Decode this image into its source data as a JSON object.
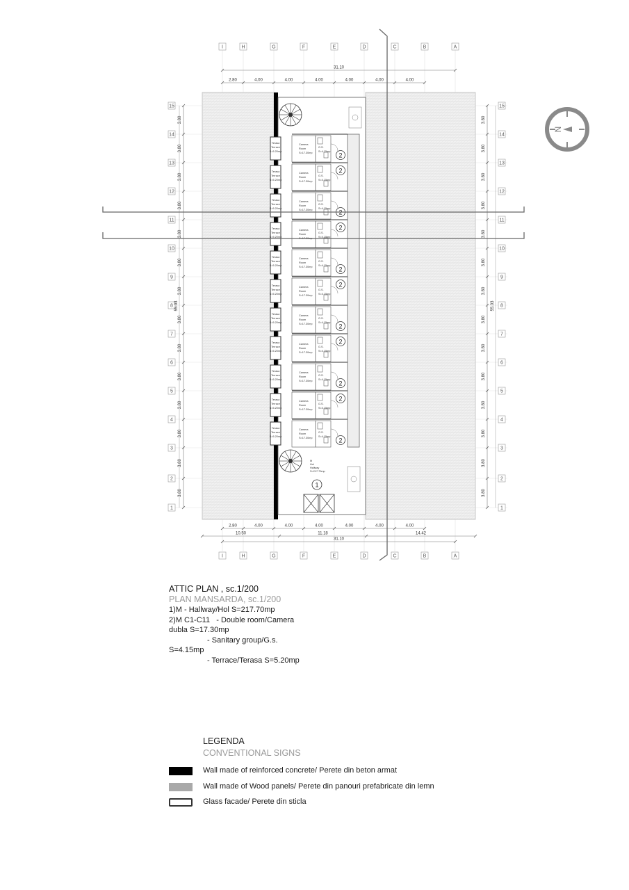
{
  "grid": {
    "columns": [
      "I",
      "H",
      "G",
      "F",
      "E",
      "D",
      "C",
      "B",
      "A"
    ],
    "rows": [
      "15",
      "14",
      "13",
      "12",
      "11",
      "10",
      "9",
      "8",
      "7",
      "6",
      "5",
      "4",
      "3",
      "2",
      "1"
    ]
  },
  "dimensions": {
    "overall_width": "31.10",
    "top_spans": [
      "2.80",
      "4.00",
      "4.00",
      "4.00",
      "4.00",
      "4.00",
      "4.00"
    ],
    "bottom_spans": [
      "2.80",
      "4.00",
      "4.00",
      "4.00",
      "4.00",
      "4.00",
      "4.00"
    ],
    "bottom_segments": [
      "10.50",
      "11.18",
      "14.42"
    ],
    "row_span": "3.80",
    "overall_height": "55.03"
  },
  "compass": {
    "letter": "N"
  },
  "labels": {
    "room_marker": "2",
    "hall_marker": "1",
    "hall_text": [
      "M",
      "Hol",
      "Hallway",
      "S=217.70mp"
    ],
    "room_text": [
      "Camera",
      "Room",
      "S=17.30mp"
    ],
    "sanitary_text": [
      "G.S.",
      "S=4.15mp"
    ],
    "terrace_text": [
      "Terasa",
      "Terrace",
      "S=5.20mp"
    ]
  },
  "description": {
    "title": "ATTIC PLAN , sc.1/200",
    "subtitle": "PLAN MANSARDA, sc.1/200",
    "lines": [
      "1)M - Hallway/Hol S=217.70mp",
      "2)M C1-C11   - Double room/Camera",
      "dubla S=17.30mp",
      "                  - Sanitary group/G.s.",
      "S=4.15mp",
      "                  - Terrace/Terasa S=5.20mp"
    ]
  },
  "legend": {
    "title": "LEGENDA",
    "subtitle": "CONVENTIONAL SIGNS",
    "items": [
      {
        "label": "Wall made of reinforced concrete/ Perete din beton armat",
        "color": "#000000"
      },
      {
        "label": "Wall made of Wood panels/ Perete din panouri prefabricate din lemn",
        "color": "#a9a9a9"
      },
      {
        "label": "Glass facade/ Perete din sticla",
        "color": "#ffffff"
      }
    ]
  }
}
